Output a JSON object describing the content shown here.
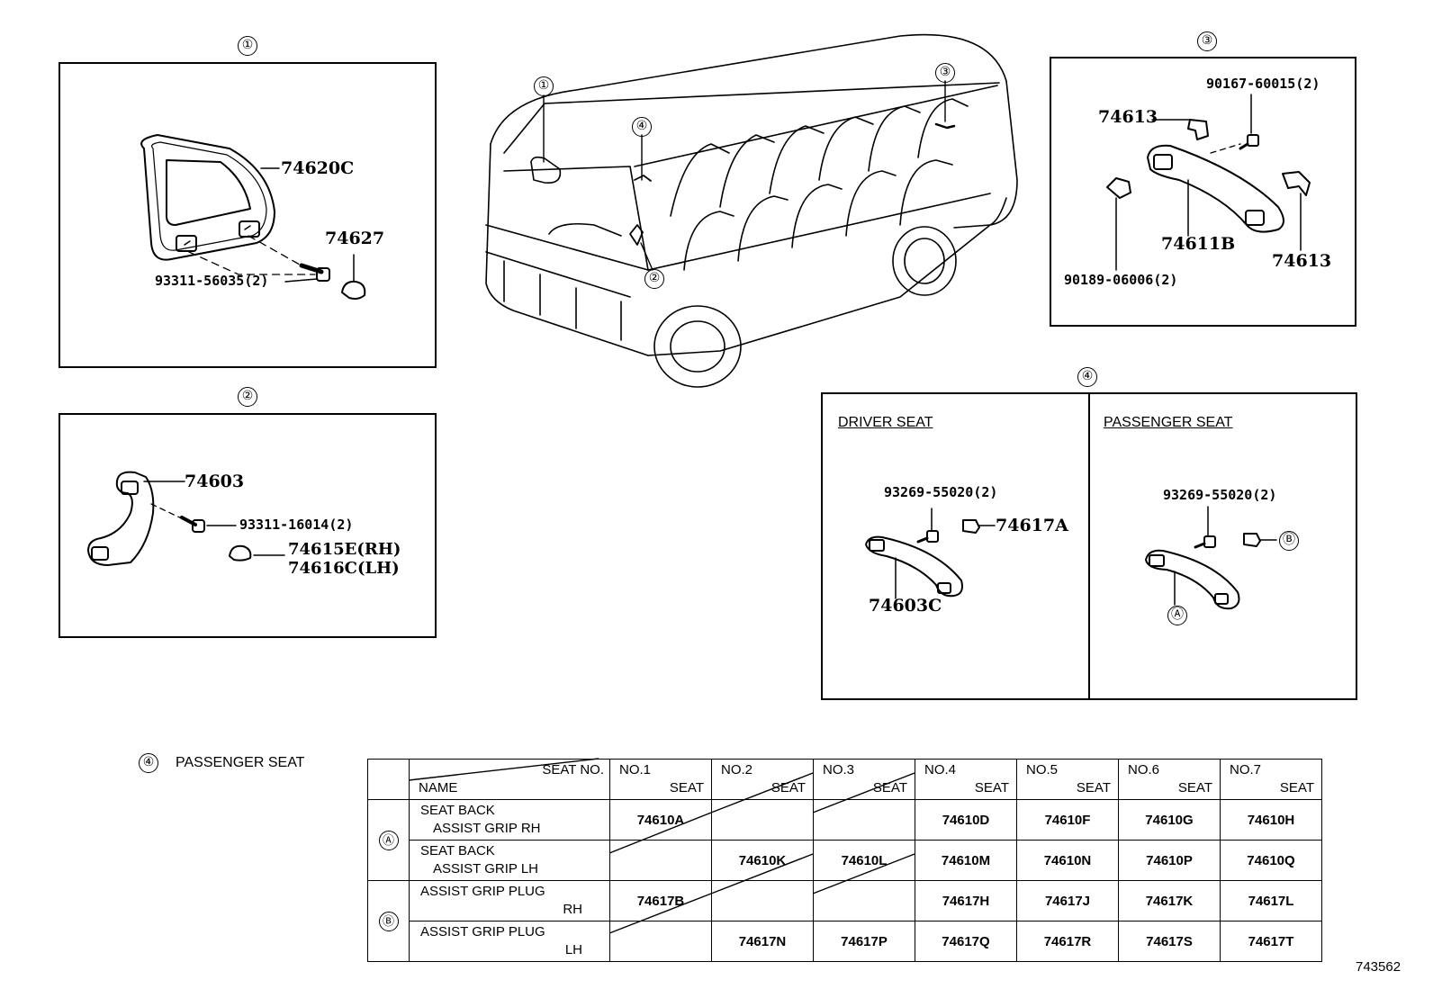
{
  "panels": {
    "p1": {
      "marker": "①",
      "parts": [
        "74620C",
        "74627",
        "93311-56035(2)"
      ]
    },
    "p2": {
      "marker": "②",
      "parts": [
        "74603",
        "93311-16014(2)",
        "74615E(RH)",
        "74616C(LH)"
      ]
    },
    "p3": {
      "marker": "③",
      "parts": [
        "90167-60015(2)",
        "74613",
        "74611B",
        "74613",
        "90189-06006(2)"
      ]
    },
    "p4": {
      "marker": "④",
      "driver_title": "DRIVER SEAT",
      "passenger_title": "PASSENGER SEAT",
      "driver_parts": [
        "93269-55020(2)",
        "74617A",
        "74603C"
      ],
      "passenger_parts": [
        "93269-55020(2)"
      ],
      "ref_a": "Ⓐ",
      "ref_b": "Ⓑ"
    }
  },
  "van_markers": [
    "①",
    "②",
    "③",
    "④"
  ],
  "table_caption": {
    "marker": "④",
    "text": "PASSENGER SEAT"
  },
  "table": {
    "header_top": "SEAT NO.",
    "header_bottom": "NAME",
    "seats": [
      {
        "no": "NO.1",
        "seat": "SEAT"
      },
      {
        "no": "NO.2",
        "seat": "SEAT"
      },
      {
        "no": "NO.3",
        "seat": "SEAT"
      },
      {
        "no": "NO.4",
        "seat": "SEAT"
      },
      {
        "no": "NO.5",
        "seat": "SEAT"
      },
      {
        "no": "NO.6",
        "seat": "SEAT"
      },
      {
        "no": "NO.7",
        "seat": "SEAT"
      }
    ],
    "groups": [
      {
        "marker": "Ⓐ"
      },
      {
        "marker": "Ⓑ"
      }
    ],
    "rows": [
      {
        "line1": "SEAT BACK",
        "line2": "ASSIST GRIP RH",
        "values": [
          "74610A",
          "",
          "",
          "74610D",
          "74610F",
          "74610G",
          "74610H"
        ]
      },
      {
        "line1": "SEAT BACK",
        "line2": "ASSIST GRIP LH",
        "values": [
          "",
          "74610K",
          "74610L",
          "74610M",
          "74610N",
          "74610P",
          "74610Q"
        ]
      },
      {
        "line1": "ASSIST GRIP PLUG",
        "line2": "RH",
        "values": [
          "74617B",
          "",
          "",
          "74617H",
          "74617J",
          "74617K",
          "74617L"
        ]
      },
      {
        "line1": "ASSIST GRIP PLUG",
        "line2": "LH",
        "values": [
          "",
          "74617N",
          "74617P",
          "74617Q",
          "74617R",
          "74617S",
          "74617T"
        ]
      }
    ]
  },
  "figure_id": "743562"
}
